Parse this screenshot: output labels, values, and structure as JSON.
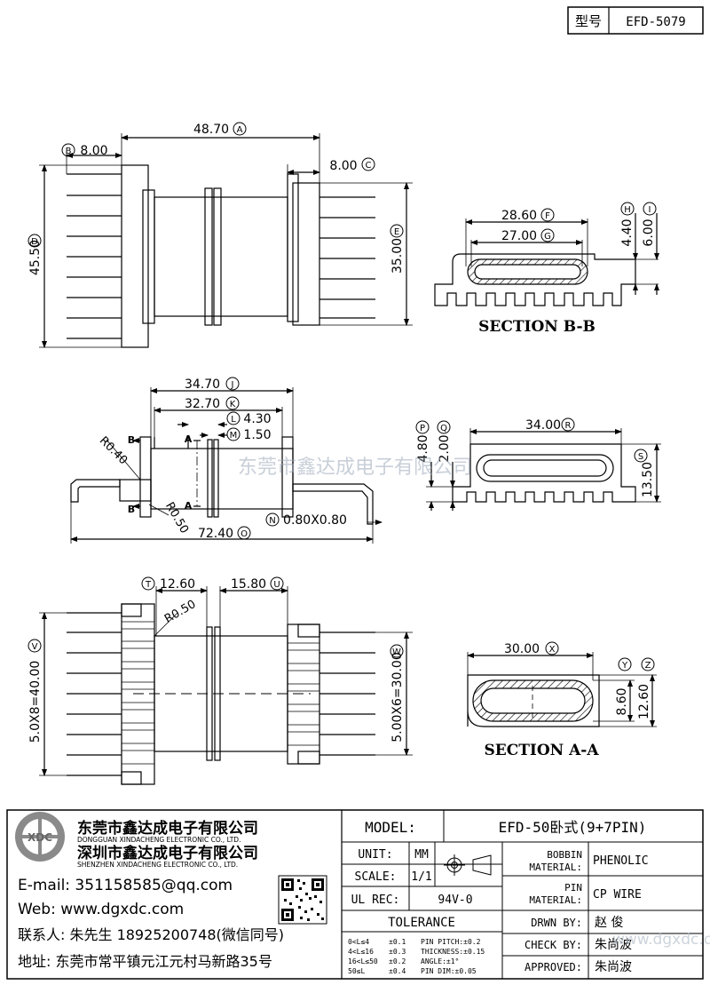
{
  "header": {
    "type_label": "型号",
    "model_code": "EFD-5079"
  },
  "dims": {
    "a": "48.70",
    "b": "8.00",
    "c": "8.00",
    "d": "45.50",
    "e": "35.00",
    "f": "28.60",
    "g": "27.00",
    "h": "4.40",
    "i": "6.00",
    "j": "34.70",
    "k": "32.70",
    "l": "4.30",
    "m": "1.50",
    "n": "0.80X0.80",
    "o": "72.40",
    "p": "4.80",
    "q": "2.00",
    "r": "34.00",
    "s": "13.50",
    "t": "12.60",
    "u": "15.80",
    "v": "5.0X8=40.00",
    "w": "5.00X6=30.00",
    "x": "30.00",
    "y": "8.60",
    "z": "12.60",
    "r040": "R0.40",
    "r050a": "R0.50",
    "r050b": "R0.50"
  },
  "markers": {
    "a": "A",
    "b": "B",
    "c": "C",
    "d": "D",
    "e": "E",
    "f": "F",
    "g": "G",
    "h": "H",
    "i": "I",
    "j": "J",
    "k": "K",
    "l": "L",
    "m": "M",
    "n": "N",
    "o": "O",
    "p": "P",
    "q": "Q",
    "r": "R",
    "s": "S",
    "t": "T",
    "u": "U",
    "v": "V",
    "w": "W",
    "x": "X",
    "y": "Y",
    "z": "Z"
  },
  "section_letters": {
    "b": "B",
    "a": "A"
  },
  "sections": {
    "bb": "SECTION B-B",
    "aa": "SECTION A-A"
  },
  "watermark": "东莞市鑫达成电子有限公司",
  "company": {
    "name1_cn": "东莞市鑫达成电子有限公司",
    "name1_en": "DONGGUAN XINDACHENG ELECTRONIC CO., LTD.",
    "name2_cn": "深圳市鑫达成电子有限公司",
    "name2_en": "SHENZHEN XINDACHENG ELECTRONIC CO., LTD.",
    "logo_text": "XDC",
    "email": "E-mail: 351158585@qq.com",
    "web": "Web: www.dgxdc.com",
    "contact": "联系人: 朱先生 18925200748(微信同号)",
    "address": "地址: 东莞市常平镇元江元村马新路35号"
  },
  "titleblock": {
    "model_label": "MODEL:",
    "model_value": "EFD-50卧式(9+7PIN)",
    "unit_label": "UNIT:",
    "unit_value": "MM",
    "scale_label": "SCALE:",
    "scale_value": "1/1",
    "ulrec_label": "UL REC:",
    "ulrec_value": "94V-0",
    "bobbin_label_1": "BOBBIN",
    "bobbin_label_2": "MATERIAL:",
    "bobbin_value": "PHENOLIC",
    "pin_label_1": "PIN",
    "pin_label_2": "MATERIAL:",
    "pin_value": "CP WIRE",
    "tolerance_label": "TOLERANCE",
    "tol_rows": [
      [
        "0<L≤4",
        "±0.1",
        "PIN PITCH:±0.2"
      ],
      [
        "4<L≤16",
        "±0.3",
        "THICKNESS:±0.15"
      ],
      [
        "16<L≤50",
        "±0.2",
        "ANGLE:±1°"
      ],
      [
        "50≤L",
        "±0.4",
        "PIN DIM:±0.05"
      ]
    ],
    "drwn_label": "DRWN BY:",
    "drwn_value": "赵 俊",
    "check_label": "CHECK BY:",
    "check_value": "朱尚波",
    "approved_label": "APPROVED:",
    "approved_value": "朱尚波",
    "site_watermark": "www.dgxdc.com"
  }
}
